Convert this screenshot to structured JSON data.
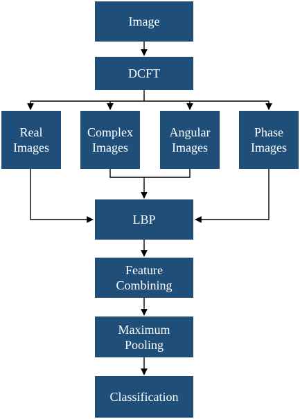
{
  "diagram": {
    "title": "",
    "nodes": {
      "image": [
        "Image"
      ],
      "dcft": [
        "DCFT"
      ],
      "real": [
        "Real",
        "Images"
      ],
      "complex": [
        "Complex",
        "Images"
      ],
      "angular": [
        "Angular",
        "Images"
      ],
      "phase": [
        "Phase",
        "Images"
      ],
      "lbp": [
        "LBP"
      ],
      "feature": [
        "Feature",
        "Combining"
      ],
      "pooling": [
        "Maximum",
        "Pooling"
      ],
      "classification": [
        "Classification"
      ]
    },
    "edges": [
      [
        "image",
        "dcft"
      ],
      [
        "dcft",
        "real"
      ],
      [
        "dcft",
        "complex"
      ],
      [
        "dcft",
        "angular"
      ],
      [
        "dcft",
        "phase"
      ],
      [
        "real",
        "lbp"
      ],
      [
        "complex",
        "lbp"
      ],
      [
        "angular",
        "lbp"
      ],
      [
        "phase",
        "lbp"
      ],
      [
        "lbp",
        "feature"
      ],
      [
        "feature",
        "pooling"
      ],
      [
        "pooling",
        "classification"
      ]
    ],
    "colors": {
      "node_fill": "#1f4e79",
      "text": "#ffffff",
      "line": "#000000"
    }
  }
}
